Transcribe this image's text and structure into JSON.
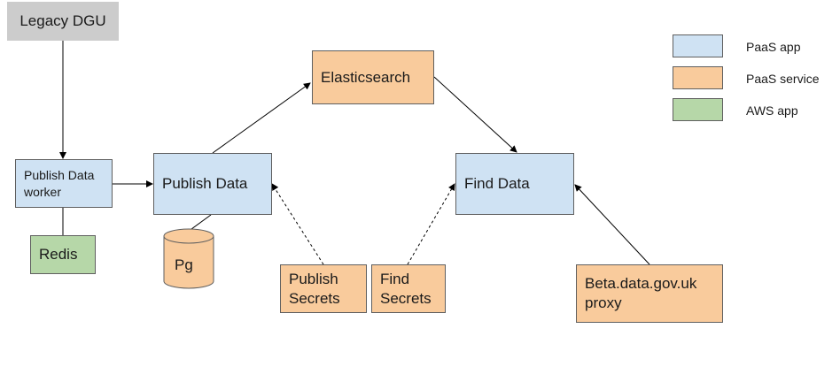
{
  "nodes": {
    "legacy_dgu": "Legacy DGU",
    "publish_worker": "Publish Data\nworker",
    "redis": "Redis",
    "publish_data": "Publish Data",
    "pg": "Pg",
    "elasticsearch": "Elasticsearch",
    "publish_secrets": "Publish\nSecrets",
    "find_secrets": "Find\nSecrets",
    "find_data": "Find Data",
    "beta_proxy": "Beta.data.gov.uk\nproxy"
  },
  "legend": [
    {
      "label": "PaaS app",
      "color": "#cfe2f3"
    },
    {
      "label": "PaaS service",
      "color": "#f9cb9c"
    },
    {
      "label": "AWS app",
      "color": "#b6d7a8"
    }
  ],
  "colors": {
    "paas_app": "#cfe2f3",
    "paas_service": "#f9cb9c",
    "aws_app": "#b6d7a8",
    "legacy": "#cccccc",
    "edge": "#000000"
  }
}
